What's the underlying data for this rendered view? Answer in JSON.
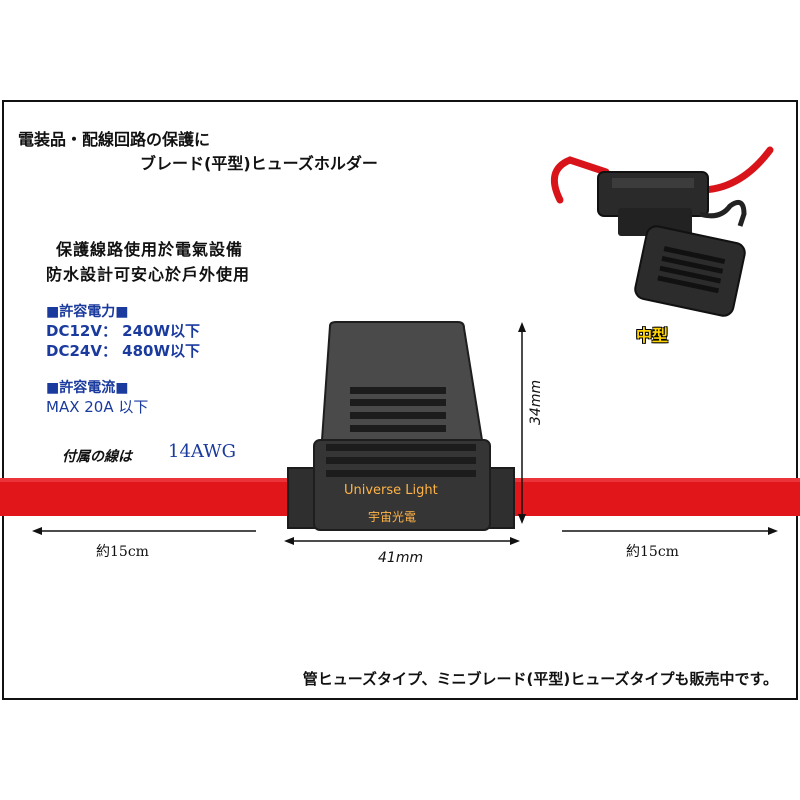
{
  "heading": {
    "line1": "電装品・配線回路の保護に",
    "line2": "ブレード(平型)ヒューズホルダー"
  },
  "features": [
    "保護線路使用於電氣設備",
    "防水設計可安心於戶外使用"
  ],
  "power": {
    "header": "■許容電力■",
    "dc12": "DC12V： 240W以下",
    "dc24": "DC24V： 480W以下"
  },
  "current": {
    "header": "■許容電流■",
    "max": "MAX 20A 以下"
  },
  "wire": {
    "label": "付属の線は",
    "gauge": "14AWG"
  },
  "watermark": {
    "en": "Universe Light",
    "zh": "宇宙光電"
  },
  "dimensions": {
    "height": "34mm",
    "width": "41mm",
    "left_length": "約15cm",
    "right_length": "約15cm"
  },
  "inset_label": "中型",
  "footer": "管ヒューズタイプ、ミニブレード(平型)ヒューズタイプも販売中です。",
  "colors": {
    "wire_red": "#e0161b",
    "text_blue": "#1a3a9e",
    "body_dark": "#3a3a3a",
    "watermark_orange": "#ffb347",
    "inset_label_yellow": "#ffd400"
  }
}
